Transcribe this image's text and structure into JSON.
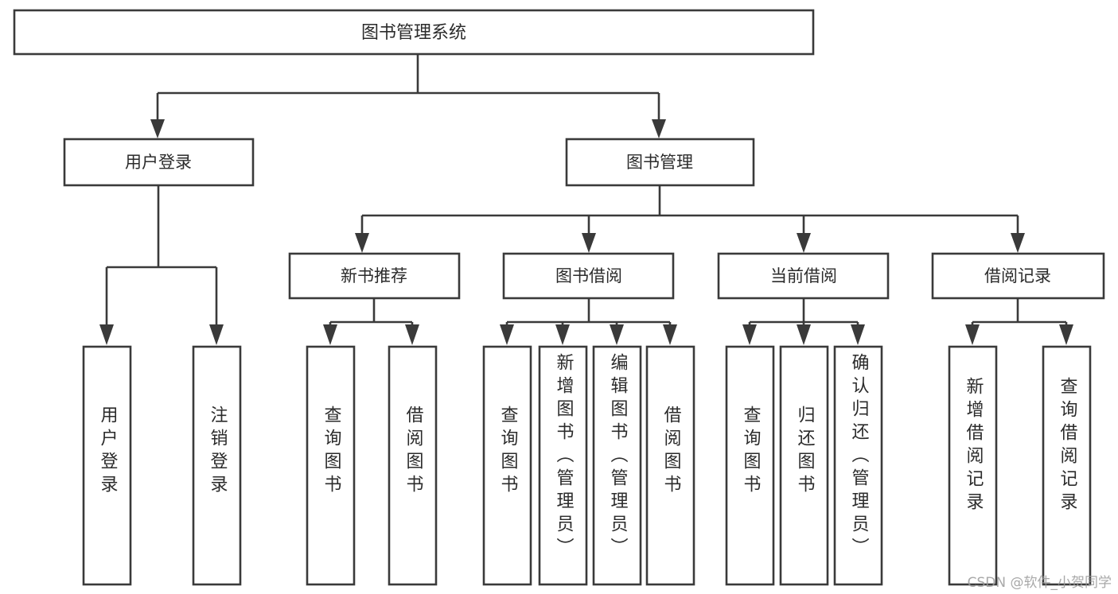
{
  "diagram": {
    "type": "tree-hierarchy",
    "title": "图书管理系统",
    "orientation": "top-down",
    "colors": {
      "box_border": "#3a3a3a",
      "box_fill": "#ffffff",
      "text": "#2b2b2b",
      "connector": "#3a3a3a",
      "watermark": "#9a9a9a",
      "background": "#ffffff"
    },
    "root": {
      "label": "图书管理系统"
    },
    "level2": [
      {
        "label": "用户登录"
      },
      {
        "label": "图书管理"
      }
    ],
    "level3": [
      {
        "label": "新书推荐"
      },
      {
        "label": "图书借阅"
      },
      {
        "label": "当前借阅"
      },
      {
        "label": "借阅记录"
      }
    ],
    "leaves": {
      "user_login": [
        {
          "label": "用户登录"
        },
        {
          "label": "注销登录"
        }
      ],
      "new_book_recommend": [
        {
          "label": "查询图书"
        },
        {
          "label": "借阅图书"
        }
      ],
      "book_borrow": [
        {
          "label": "查询图书"
        },
        {
          "label": "新增图书（管理员）"
        },
        {
          "label": "编辑图书（管理员）"
        },
        {
          "label": "借阅图书"
        }
      ],
      "current_borrow": [
        {
          "label": "查询图书"
        },
        {
          "label": "归还图书"
        },
        {
          "label": "确认归还（管理员）"
        }
      ],
      "borrow_record": [
        {
          "label": "新增借阅记录"
        },
        {
          "label": "查询借阅记录"
        }
      ]
    }
  },
  "watermark": {
    "text": "CSDN @软件_小贺同学"
  }
}
